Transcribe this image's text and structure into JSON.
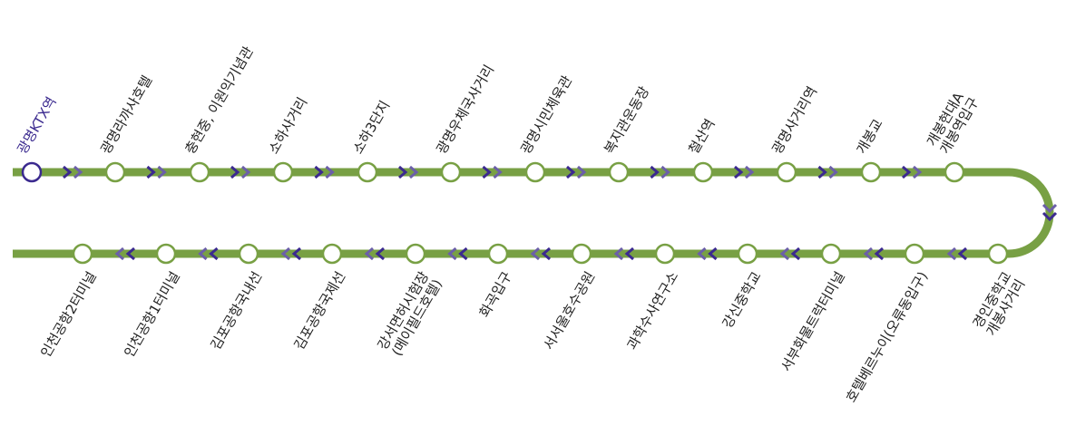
{
  "colors": {
    "line": "#78a044",
    "arrow_dark": "#3b2a8f",
    "arrow_light": "#6b5fa8",
    "origin_stop": "#3b2a8f",
    "stop_fill": "#ffffff",
    "text": "#222222"
  },
  "route": {
    "top_stops": [
      {
        "lines": [
          "광명KTX역"
        ],
        "origin": true
      },
      {
        "lines": [
          "광명라까사호텔"
        ]
      },
      {
        "lines": [
          "충현중, 이원익기념관"
        ]
      },
      {
        "lines": [
          "소하사거리"
        ]
      },
      {
        "lines": [
          "소하3단지"
        ]
      },
      {
        "lines": [
          "광명우체국사거리"
        ]
      },
      {
        "lines": [
          "광명시민체육관"
        ]
      },
      {
        "lines": [
          "복지관운동장"
        ]
      },
      {
        "lines": [
          "철산역"
        ]
      },
      {
        "lines": [
          "광명사거리역"
        ]
      },
      {
        "lines": [
          "개봉교"
        ]
      },
      {
        "lines": [
          "개봉현대A",
          "개봉역입구"
        ]
      }
    ],
    "bottom_stops": [
      {
        "lines": [
          "경인중학교",
          "개봉사거리"
        ]
      },
      {
        "lines": [
          "호텔베르누이(오류동입구)"
        ]
      },
      {
        "lines": [
          "서부화물트럭터미널"
        ]
      },
      {
        "lines": [
          "강신중학교"
        ]
      },
      {
        "lines": [
          "과학수사연구소"
        ]
      },
      {
        "lines": [
          "서서울호수공원"
        ]
      },
      {
        "lines": [
          "화곡입구"
        ]
      },
      {
        "lines": [
          "강서면허시험장",
          "(메이필드호텔)"
        ]
      },
      {
        "lines": [
          "김포공항국제선"
        ]
      },
      {
        "lines": [
          "김포공항국내선"
        ]
      },
      {
        "lines": [
          "인천공항1터미널"
        ]
      },
      {
        "lines": [
          "인천공항2터미널"
        ]
      }
    ]
  }
}
